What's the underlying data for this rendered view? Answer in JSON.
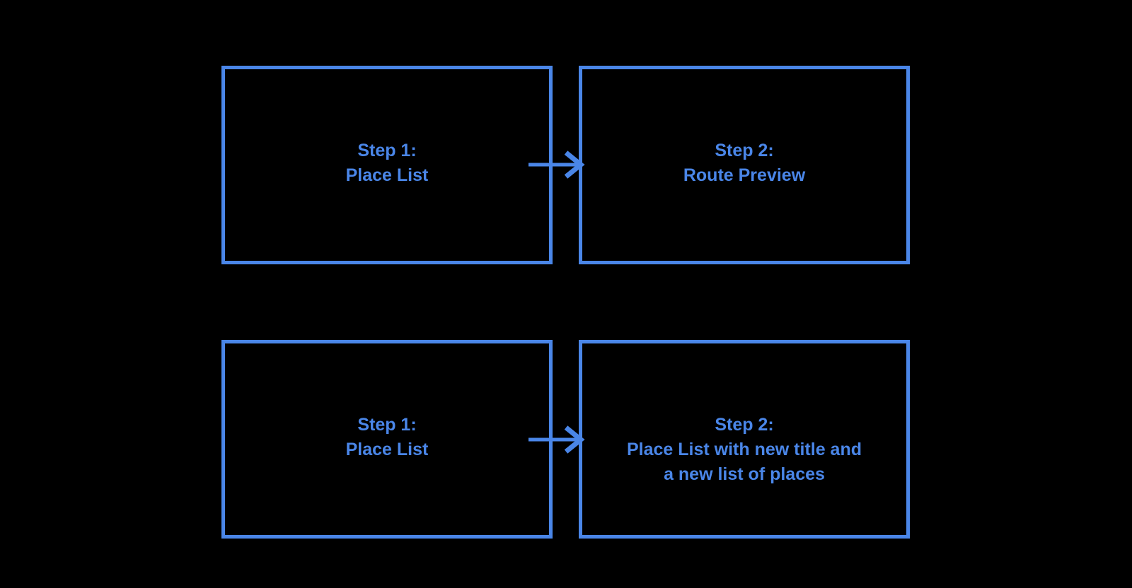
{
  "colors": {
    "background": "#000000",
    "accent": "#4A86E8"
  },
  "diagram": {
    "boxes": [
      {
        "lines": [
          "Step 1:",
          "Place List"
        ]
      },
      {
        "lines": [
          "Step 2:",
          "Route Preview"
        ]
      },
      {
        "lines": [
          "Step 1:",
          "Place List"
        ]
      },
      {
        "lines": [
          "Step 2:",
          "Place List with new title and",
          "a new list of places"
        ]
      }
    ],
    "arrows": [
      {
        "direction": "right"
      },
      {
        "direction": "right"
      }
    ]
  }
}
